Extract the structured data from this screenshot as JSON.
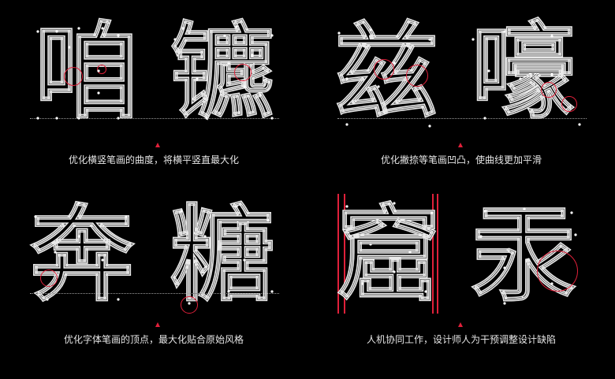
{
  "panels": [
    {
      "glyphs": [
        "咱",
        "镳"
      ],
      "caption": "优化横竖笔画的曲度，将横平竖直最大化"
    },
    {
      "glyphs": [
        "兹",
        "嚎"
      ],
      "caption": "优化撇捺等笔画凹凸，使曲线更加平滑"
    },
    {
      "glyphs": [
        "奔",
        "糖"
      ],
      "caption": "优化字体笔画的顶点，最大化贴合原始风格"
    },
    {
      "glyphs": [
        "窟",
        "汞"
      ],
      "caption": "人机协同工作，设计师人为干预调整设计缺陷"
    }
  ],
  "colors": {
    "background": "#000000",
    "outline": "#e9e9e9",
    "accent": "#e0203a",
    "text": "#e6e6e6"
  }
}
